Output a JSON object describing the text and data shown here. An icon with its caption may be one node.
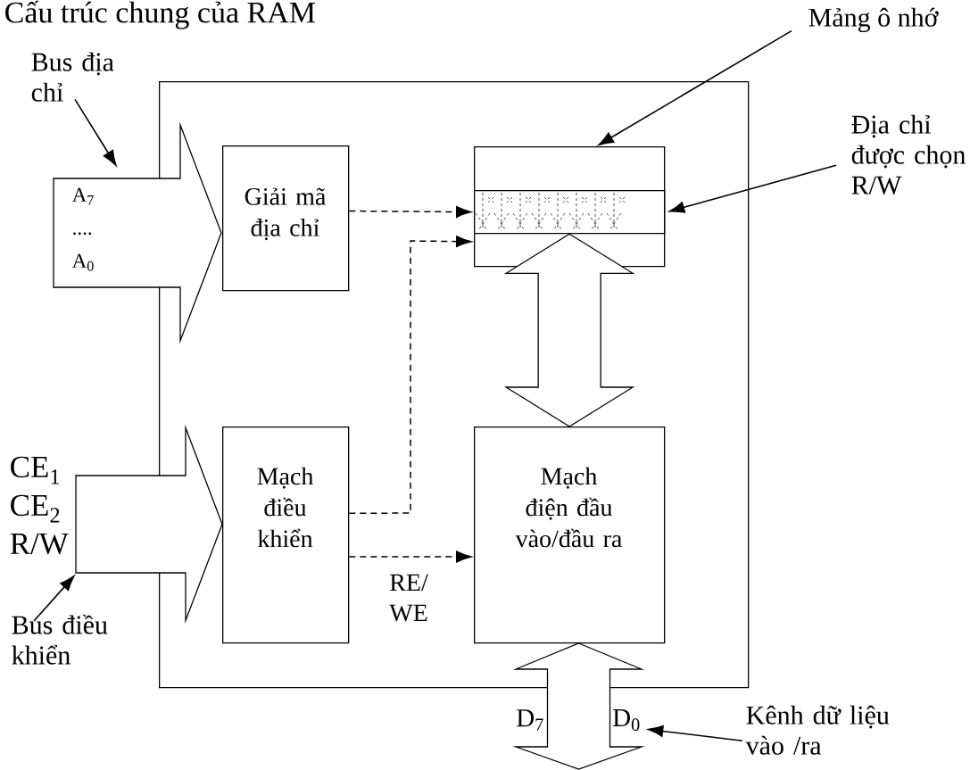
{
  "diagram": {
    "title": "Cấu trúc chung của RAM",
    "nodes": [
      {
        "text": [
          "Bus địa chỉ"
        ]
      },
      {
        "text": [],
        "shape": "box"
      },
      {
        "text": [
          "A$_{7}$",
          "....",
          "A$_{0}$"
        ]
      },
      {
        "text": [
          "Giải mã địa chỉ"
        ],
        "in": 1
      },
      {
        "text": [],
        "shape": "box",
        "in": 1
      },
      {
        "text": [
          "Mảng ô nhớ"
        ]
      },
      {
        "text": [
          "Địa chỉ được chọn R/W"
        ]
      },
      {
        "text": [],
        "shape": "bar",
        "in": 4
      },
      {
        "text": [],
        "shape": "arrow",
        "beside": [
          "CE$_{1}$",
          "CE$_{2}$",
          "R/W"
        ]
      },
      {
        "text": [
          "Mạch điều khiển"
        ],
        "in": 1
      },
      {
        "text": [
          "Mạch điện đầu vào/đầu ra"
        ],
        "in": 1
      },
      {
        "text": [
          "Bus điều khiển"
        ]
      },
      {
        "text": [],
        "shape": "arrow",
        "beside": [
          "D$_{7}$",
          "D$_{0}$"
        ]
      },
      {
        "text": [
          "Kênh dữ liệu vào /ra"
        ]
      }
    ],
    "edges": [
      {
        "from": 0,
        "to": 2,
        "arrow": "to"
      },
      {
        "from": 5,
        "to": 4,
        "arrow": "to"
      },
      {
        "from": 6,
        "to": 7,
        "arrow": "to"
      },
      {
        "from": 11,
        "to": 8,
        "arrow": "to"
      },
      {
        "from": 13,
        "to": 12,
        "arrow": "to"
      },
      {
        "from": 3,
        "to": 7,
        "arrow": "to",
        "style": "dashed"
      },
      {
        "from": 9,
        "to": 4,
        "arrow": "to",
        "style": "dashed"
      },
      {
        "from": 9,
        "to": 10,
        "arrow": "to",
        "style": "dashed",
        "label": "RE/ WE"
      },
      {
        "from": 7,
        "to": 10,
        "arrow": "both",
        "style": "thick"
      }
    ]
  }
}
